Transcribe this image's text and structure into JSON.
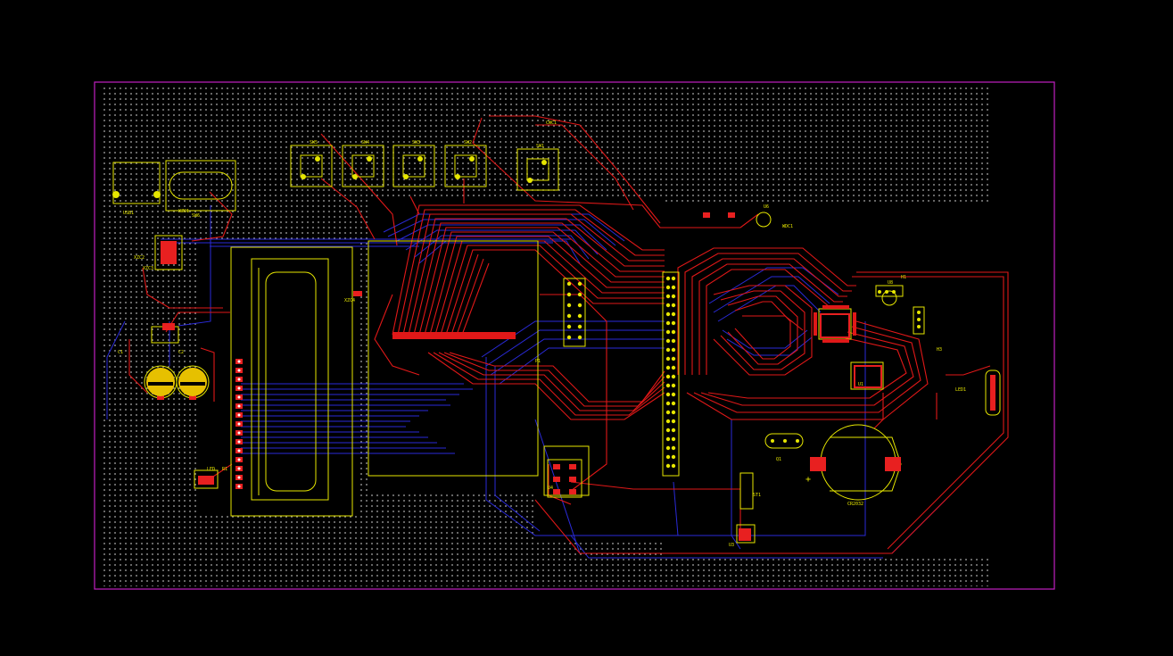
{
  "colors": {
    "background": "#000000",
    "board_outline": "#c020c0",
    "grid_dots": "#b0b0b0",
    "silkscreen": "#e6e600",
    "copper_top": "#e01818",
    "copper_bottom": "#2020c8",
    "pad": "#e82020",
    "via": "#d0d0d0"
  },
  "labels": {
    "sw5": "SW5",
    "sw4": "SW4",
    "sw3": "SW3",
    "sw2": "SW2",
    "sw1": "SW1",
    "cwc1": "CWC1",
    "u6": "U6",
    "wdc1": "WDC1",
    "u8": "U8",
    "h1": "H1",
    "h3": "H3",
    "led1": "LED1",
    "u3": "U3",
    "st1": "ST1",
    "cr2032": "CR2032",
    "plus": "+",
    "u1": "U1",
    "led": "LED",
    "r1": "R1",
    "p1": "P1",
    "xzc1": "XZC1",
    "xzc2": "XZC2",
    "xzc3": "XZC3",
    "xzc4": "XZC4",
    "sw6": "SW6",
    "usb1": "USB1",
    "u4": "U4",
    "c1": "C1",
    "c2": "C2",
    "q1": "Q1"
  }
}
